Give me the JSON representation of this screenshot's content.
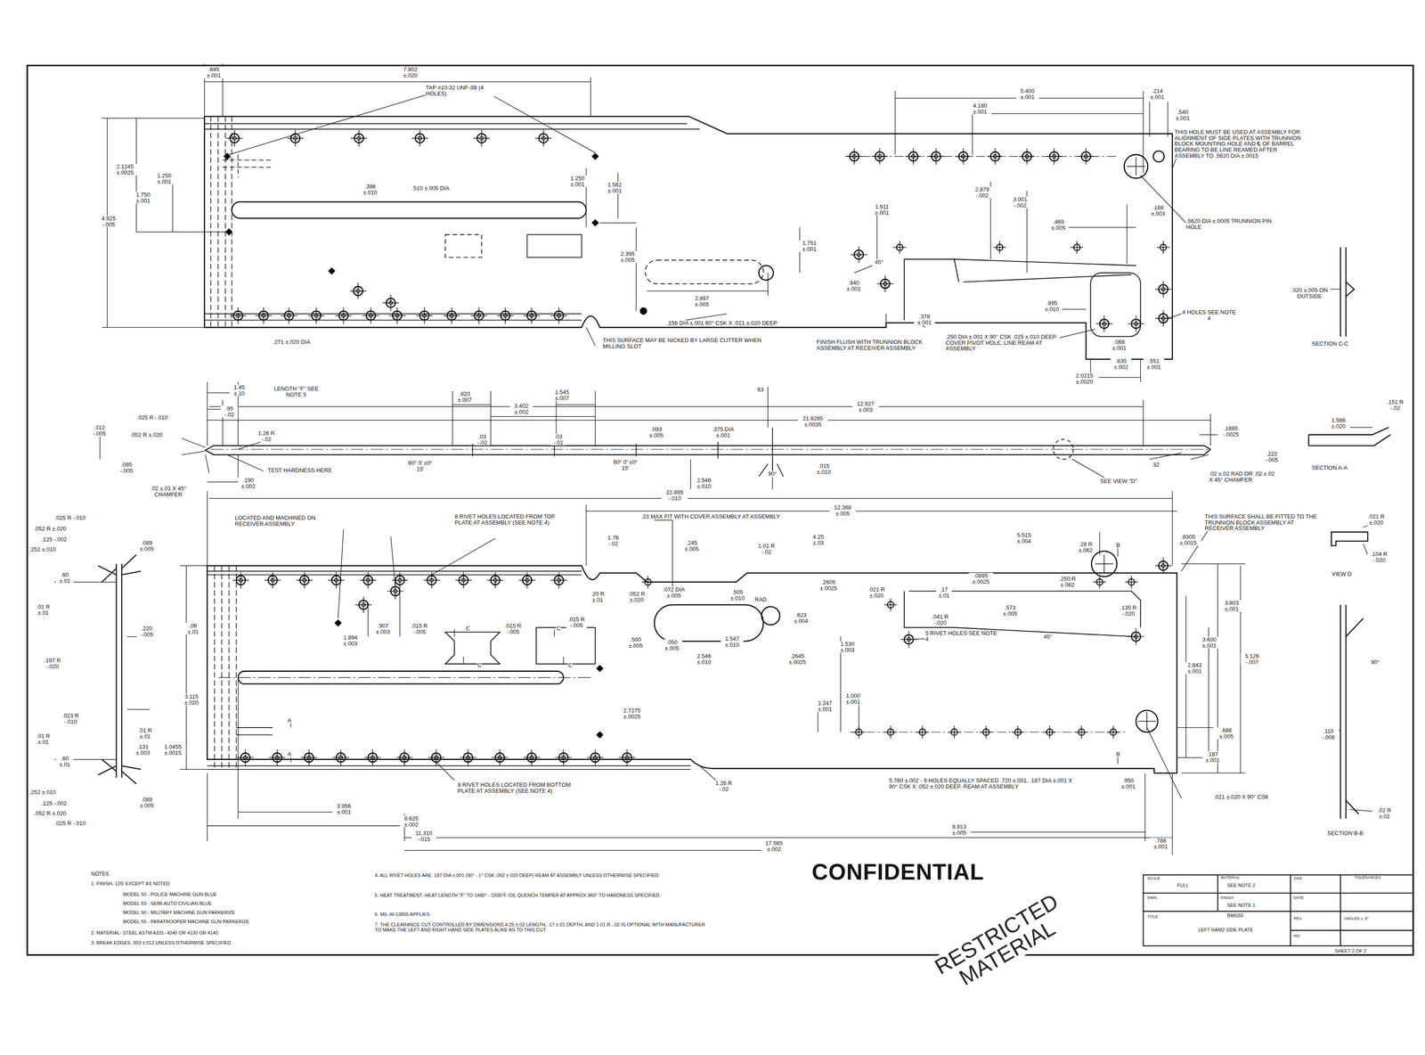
{
  "diagram": {
    "labels": [
      ".645 ±.001",
      "7.802 ±.020",
      "TAP #10-32 UNF-3B (4 HOLES)",
      "2.1245 ±.0025",
      "1.250 ±.001",
      "1.750 ±.001",
      "4.925 -.005",
      ".398 ±.010",
      ".510 ±.005 DIA",
      "1.250 ±.001",
      "1.562 ±.001",
      "2.395 ±.005",
      "2.897 ±.005",
      ".156 DIA ±.001 60° CSK X .021 ±.020 DEEP",
      "THIS SURFACE MAY BE NICKED BY LARGE CUTTER WHEN MILLING SLOT",
      ".271 ±.020 DIA",
      "1.751 ±.001",
      "1.911 ±.001",
      "45°",
      ".940 ±.001",
      ".378 ±.001",
      "FINISH FLUSH WITH TRUNNION BLOCK ASSEMBLY AT RECEIVER ASSEMBLY",
      ".250 DIA ±.001 X 90° CSK .025 ±.010 DEEP. COVER PIVOT HOLE, LINE REAM AT ASSEMBLY",
      "5.400 ±.001",
      "4.180 ±.001",
      "2.879 -.002",
      "3.001 -.002",
      ".469 ±.005",
      ".214 ±.001",
      ".540 ±.001",
      "THIS HOLE MUST BE USED AT ASSEMBLY FOR ALIGNMENT OF SIDE PLATES WITH TRUNNION BLOCK MOUNTING HOLE AND ℄ OF BARREL BEARING TO BE LINE REAMED AFTER ASSEMBLY TO .5620 DIA ±.0015",
      ".5620 DIA ±.0005 TRUNNION PIN HOLE",
      ".188 ±.003",
      ".895 ±.010",
      "4 HOLES SEE NOTE 4",
      ".068 ±.001",
      ".835 ±.002",
      ".551 ±.001",
      "2.0215 ±.0020",
      ".020 ±.005 ON OUTSIDE",
      "SECTION C-C",
      "1.45 ±.10",
      "LENGTH \"F\" SEE NOTE 5",
      ".95 -.02",
      ".025 R -.010",
      ".052 R ±.020",
      ".312 -.005",
      ".095 -.005",
      "1.26 R -.02",
      "TEST HARDNESS HERE",
      ".02 ±.01 X 45° CHAMFER",
      ".190 ±.002",
      ".820 ±.007",
      "1.545 ±.007",
      "3.402 ±.002",
      "63",
      "12.927 ±.003",
      "21.8285 ±.0035",
      ".03 -.02",
      ".03 -.02",
      ".093 ±.005",
      ".375 DIA ±.001",
      "60° 0' ±0° 15'",
      "60° 0' ±0° 15'",
      "90°",
      ".015 ±.010",
      "2.546 ±.010",
      "SEE VIEW \"D\"",
      "32",
      ".1885 -.0025",
      ".222 -.005",
      ".02 ±.02 RAD OR .02 ±.02 X 45° CHAMFER",
      "1.566 ±.020",
      ".151 R -.02",
      "SECTION A-A",
      "22.895 -.010",
      "12.368 ±.005",
      "LOCATED AND MACHINED ON RECEIVER ASSEMBLY",
      "8 RIVET HOLES LOCATED FROM TOP PLATE AT ASSEMBLY (SEE NOTE 4)",
      ".23 MAX FIT WITH COVER ASSEMBLY AT ASSEMBLY",
      "1.76 -.02",
      ".245 ±.005",
      "1.01 R -.02",
      "4.25 ±.03",
      "5.515 ±.004",
      ".28 R ±.062",
      ".8305 ±.0015",
      "THIS SURFACE SHALL BE FITTED TO THE TRUNNION BLOCK ASSEMBLY AT RECEIVER ASSEMBLY",
      ".20 R ±.01",
      ".052 R ±.020",
      ".072 DIA ±.005",
      ".505 ±.010",
      "RAD",
      ".2605 ±.0025",
      ".021 R ±.020",
      ".17 ±.01",
      ".0895 ±.0025",
      ".250 R ±.062",
      ".623 ±.004",
      ".041 R -.020",
      ".573 ±.005",
      ".135 R -.020",
      "45°",
      ".06 ±.01",
      "1.894 ±.003",
      ".907 ±.003",
      ".015 R -.005",
      ".015 R -.005",
      ".015 R -.005",
      "C",
      "C",
      "C",
      "C",
      ".500 ±.005",
      ".050 ±.005",
      "1.547 ±.010",
      "2.546 ±.010",
      ".2645 ±.0025",
      "1.530 ±.003",
      "5 RIVET HOLES SEE NOTE 4",
      "3.803 ±.001",
      "3.600 ±.001",
      "5.126 -.007",
      "2.843 ±.001",
      "2.7275 ±.0025",
      "1.247 ±.001",
      "1.000 ±.001",
      "3.115 ±.020",
      "1.0455 ±.0015",
      ".131 ±.003",
      ".686 ±.005",
      ".187 ±.001",
      "A",
      "A",
      "B",
      "B",
      "8 RIVET HOLES LOCATED FROM BOTTOM PLATE AT ASSEMBLY (SEE NOTE 4)",
      "1.26 R -.02",
      "5.760 ±.002 - 9 HOLES EQUALLY SPACED .720 ±.001, .187 DIA ±.001 X 90° CSK X .052 ±.020 DEEP. REAM AT ASSEMBLY",
      ".950 ±.001",
      ".021 ±.020 X 90° CSK",
      "3.956 ±.001",
      "8.625 ±.002",
      "11.310 -.015",
      "8.813 ±.005",
      "17.565 ±.002",
      ".788 ±.001",
      ".025 R -.010",
      ".052 R ±.020",
      ".125 -.002",
      ".252 ±.010",
      ".089 ±.005",
      ".60 ±.01",
      ".01 R ±.01",
      ".220 -.005",
      ".197 R -.020",
      ".023 R -.010",
      ".01 R ±.01",
      ".01 R ±.01",
      ".60 ±.01",
      ".252 ±.010",
      ".125 -.002",
      ".052 R ±.020",
      ".025 R -.010",
      ".089 ±.005",
      ".021 R ±.020",
      ".104 R -.020",
      "VIEW D",
      "90°",
      ".110 -.008",
      ".02 R ±.02",
      "SECTION B-B",
      "NOTES",
      "1. FINISH- 125/ EXCEPT AS NOTED",
      "MODEL 50 - POLICE MACHINE GUN BLUE",
      "MODEL 60 - SEMI-AUTO CIVILIAN BLUE",
      "MODEL 50 - MILITARY MACHINE GUN PARKERIZE",
      "MODEL 55 - PARATROOPER MACHINE GUN PARKERIZE",
      "2. MATERIAL- STEEL ASTM A331- 4340 OR 4130 OR 4140.",
      "3. BREAK EDGES .003 ±.012 UNLESS OTHERWISE SPECIFIED.",
      "4. ALL RIVET HOLES ARE .187 DIA ±.001 (90° - 1° CSK .052 ±.020 DEEP) REAM AT ASSEMBLY UNLESS OTHERWISE SPECIFIED.",
      "5. HEAT TREATMENT- HEAT LENGTH \"F\" TO 1480° - 1500°F. OIL QUENCH TEMPER AT APPROX 860° TO HARDNESS SPECIFIED.",
      "6. MIL-W-13855 APPLIES",
      "7. THE CLEARANCE CUT CONTROLLED BY DIMENSIONS 4.25 ±.03 LENGTH, .17 ±.01 DEPTH, AND 1.01 R -.02 IS OPTIONAL WITH MANUFACTURER TO MAKE THE LEFT AND RIGHT HAND SIDE PLATES ALIKE AS TO THIS CUT.",
      "CONFIDENTIAL",
      "RESTRICTED MATERIAL",
      "SCALE",
      "FULL",
      "MATERIAL",
      "SEE NOTE 2",
      "DWN",
      "FINISH",
      "SEE NOTE 1",
      "TITLE:",
      "BMG50",
      "LEFT HAND SIDE PLATE",
      "CKD",
      "DATE",
      "REV.",
      "TOLERANCES",
      "ANGLES ± .5°",
      "NO.",
      "SHEET 2 OF 2"
    ]
  }
}
